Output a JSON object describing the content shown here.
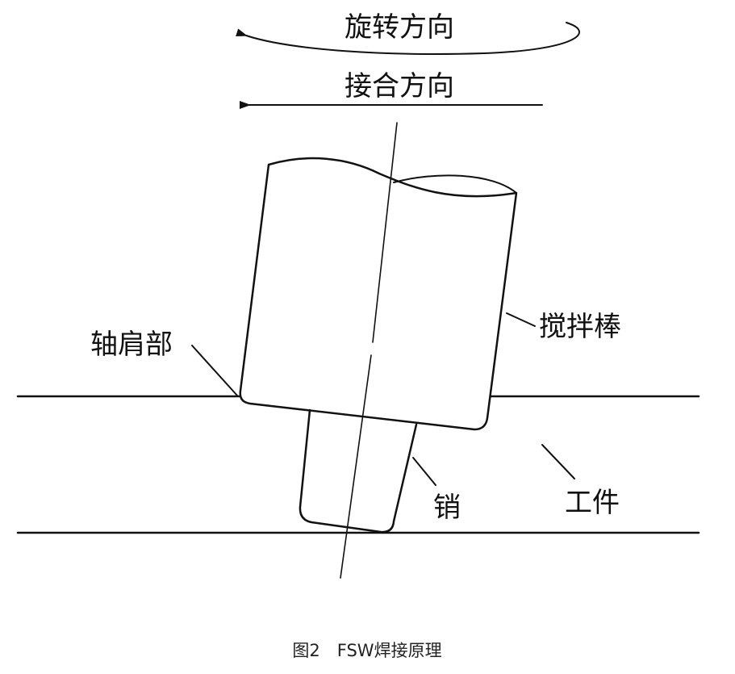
{
  "diagram": {
    "labels": {
      "rotation_direction": "旋转方向",
      "joining_direction": "接合方向",
      "shoulder": "轴肩部",
      "stir_rod": "搅拌棒",
      "pin": "销",
      "workpiece": "工件"
    },
    "caption": "图2　FSW焊接原理"
  }
}
